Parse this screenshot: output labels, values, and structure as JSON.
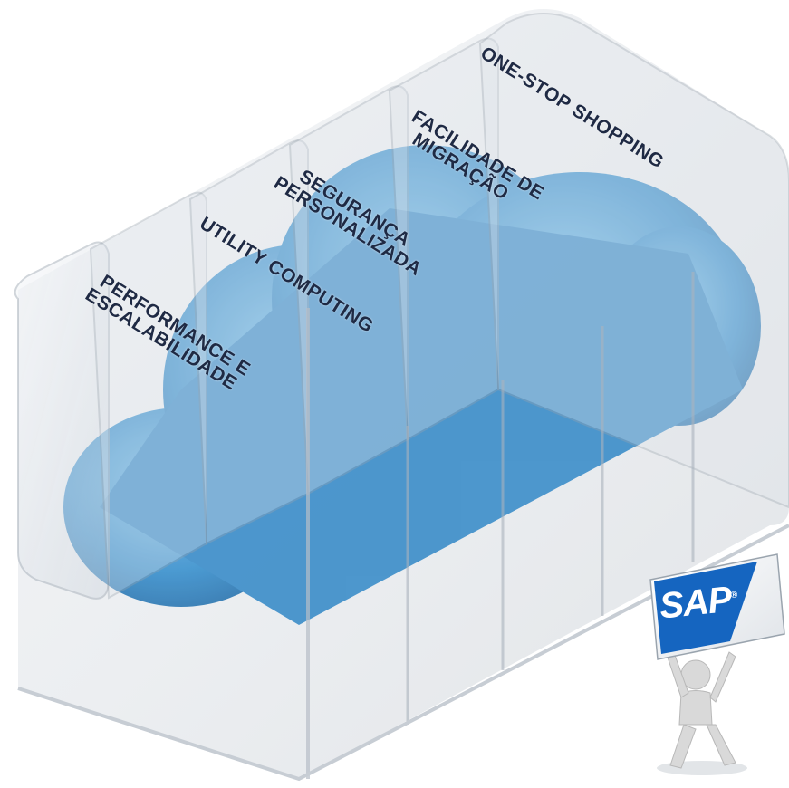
{
  "layers": [
    {
      "lines": [
        "PERFORMANCE E",
        "ESCALABILIDADE"
      ]
    },
    {
      "lines": [
        "UTILITY COMPUTING"
      ]
    },
    {
      "lines": [
        "SEGURANÇA",
        "PERSONALIZADA"
      ]
    },
    {
      "lines": [
        "FACILIDADE DE",
        "MIGRAÇÃO"
      ]
    },
    {
      "lines": [
        "ONE-STOP SHOPPING"
      ]
    }
  ],
  "logo": {
    "text": "SAP",
    "registered": "®"
  },
  "colors": {
    "cloud": "#4a9fd6",
    "cloud_dark": "#2f7fb8",
    "glass": "#dfe3e8",
    "text": "#1f2a44",
    "sap_blue": "#1565c0"
  }
}
